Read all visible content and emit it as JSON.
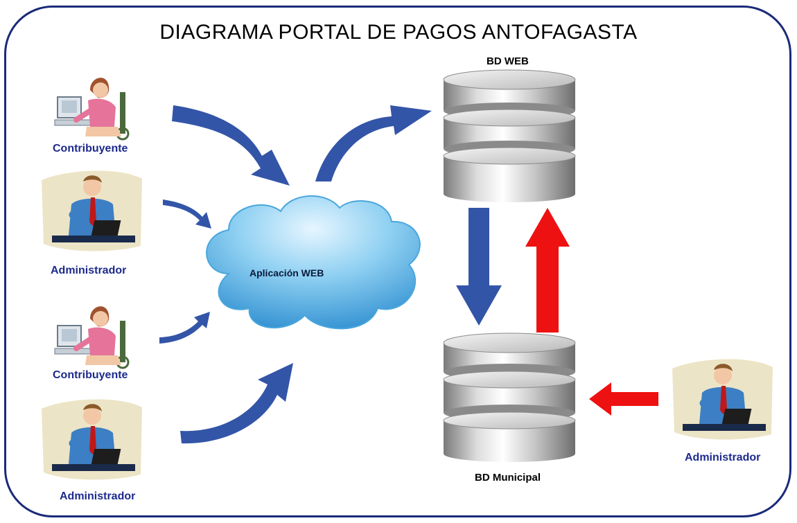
{
  "title": "DIAGRAMA PORTAL DE PAGOS ANTOFAGASTA",
  "actors": [
    {
      "label": "Contribuyente",
      "icon": "woman-at-computer-icon"
    },
    {
      "label": "Administrador",
      "icon": "man-at-laptop-icon"
    },
    {
      "label": "Contribuyente",
      "icon": "woman-at-computer-icon"
    },
    {
      "label": "Administrador",
      "icon": "man-at-laptop-icon"
    },
    {
      "label": "Administrador",
      "icon": "man-at-laptop-icon"
    }
  ],
  "cloud": {
    "label": "Aplicación WEB"
  },
  "databases": {
    "web": {
      "label": "BD WEB"
    },
    "municipal": {
      "label": "BD Municipal"
    }
  },
  "colors": {
    "frame": "#1a2a7a",
    "blue_arrow": "#3355a8",
    "red_arrow": "#ee1111",
    "label": "#1c2a8c"
  }
}
